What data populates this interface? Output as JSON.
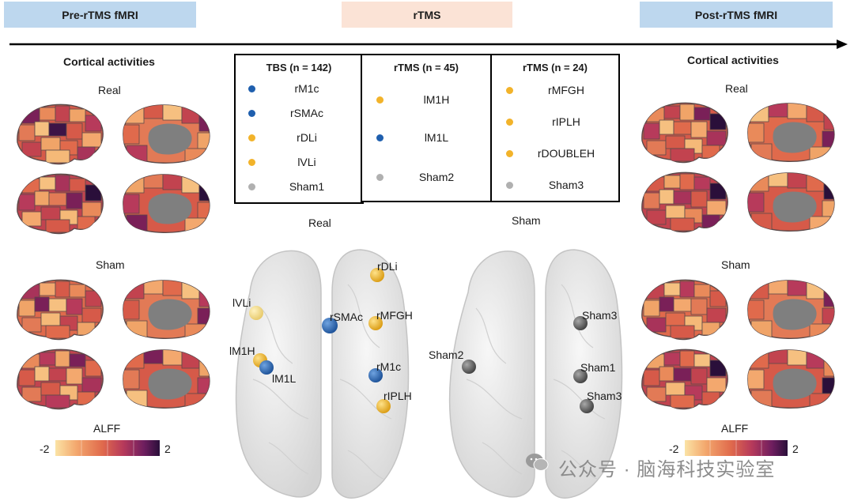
{
  "headers": {
    "pre": "Pre-rTMS fMRI",
    "mid": "rTMS",
    "post": "Post-rTMS fMRI"
  },
  "left": {
    "title": "Cortical activities",
    "real": "Real",
    "sham": "Sham",
    "legend_title": "ALFF",
    "legend_min": "-2",
    "legend_max": "2"
  },
  "right": {
    "title": "Cortical activities",
    "real": "Real",
    "sham": "Sham",
    "legend_title": "ALFF",
    "legend_min": "-2",
    "legend_max": "2"
  },
  "panels": [
    {
      "title": "TBS (n = 142)",
      "items": [
        {
          "label": "rM1c",
          "color": "#1f5fae"
        },
        {
          "label": "rSMAc",
          "color": "#1f5fae"
        },
        {
          "label": "rDLi",
          "color": "#f2b32a"
        },
        {
          "label": "lVLi",
          "color": "#f2b32a"
        },
        {
          "label": "Sham1",
          "color": "#b0b0b0"
        }
      ]
    },
    {
      "title": "rTMS (n = 45)",
      "items": [
        {
          "label": "lM1H",
          "color": "#f2b32a"
        },
        {
          "label": "lM1L",
          "color": "#1f5fae"
        },
        {
          "label": "Sham2",
          "color": "#b0b0b0"
        }
      ]
    },
    {
      "title": "rTMS (n = 24)",
      "items": [
        {
          "label": "rMFGH",
          "color": "#f2b32a"
        },
        {
          "label": "rIPLH",
          "color": "#f2b32a"
        },
        {
          "label": "rDOUBLEH",
          "color": "#f2b32a"
        },
        {
          "label": "Sham3",
          "color": "#b0b0b0"
        }
      ]
    }
  ],
  "brain_labels": {
    "real": "Real",
    "sham": "Sham",
    "targets_real": [
      "rDLi",
      "lVLi",
      "rSMAc",
      "rMFGH",
      "lM1H",
      "lM1L",
      "rM1c",
      "rIPLH"
    ],
    "targets_sham": [
      "Sham2",
      "Sham3",
      "Sham1",
      "Sham3"
    ]
  },
  "colors": {
    "header_blue": "#bdd7ee",
    "header_peach": "#fbe3d6",
    "blue_target": "#1f5fae",
    "yellow_target": "#f2b32a",
    "grey_target": "#8a8a8a",
    "colormap": [
      "#fbe3a5",
      "#f3a86e",
      "#e06a4c",
      "#b73a5b",
      "#6e1e5f",
      "#2a0f3a"
    ]
  },
  "watermark": "公众号 · 脑海科技实验室"
}
